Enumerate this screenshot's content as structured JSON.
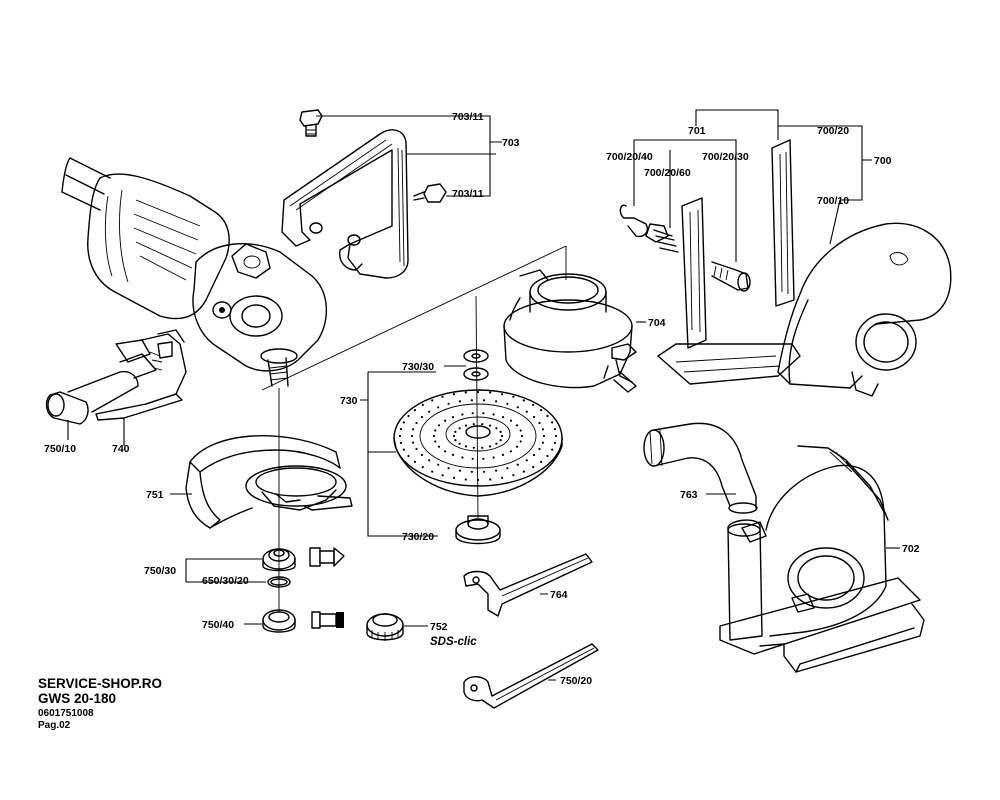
{
  "labels": {
    "l703_11a": "703/11",
    "l703": "703",
    "l703_11b": "703/11",
    "l701": "701",
    "l700_20a": "700/20",
    "l700_20_40": "700/20/40",
    "l700_20_30": "700/20/30",
    "l700_20_60": "700/20/60",
    "l700": "700",
    "l700_10": "700/10",
    "l704": "704",
    "l730_30": "730/30",
    "l730": "730",
    "l730_20": "730/20",
    "l750_10a": "750/10",
    "l740": "740",
    "l751": "751",
    "l750_30": "750/30",
    "l650_30_20": "650/30/20",
    "l750_40": "750/40",
    "l752": "752",
    "sds_clic": "SDS-clic",
    "l764": "764",
    "l750_20b": "750/20",
    "l763": "763",
    "l702": "702"
  },
  "title_block": {
    "shop": "SERVICE-SHOP.RO",
    "model": "GWS 20-180",
    "part_number": "0601751008",
    "page": "Pag.02"
  },
  "colors": {
    "line": "#000000",
    "background": "#ffffff"
  }
}
